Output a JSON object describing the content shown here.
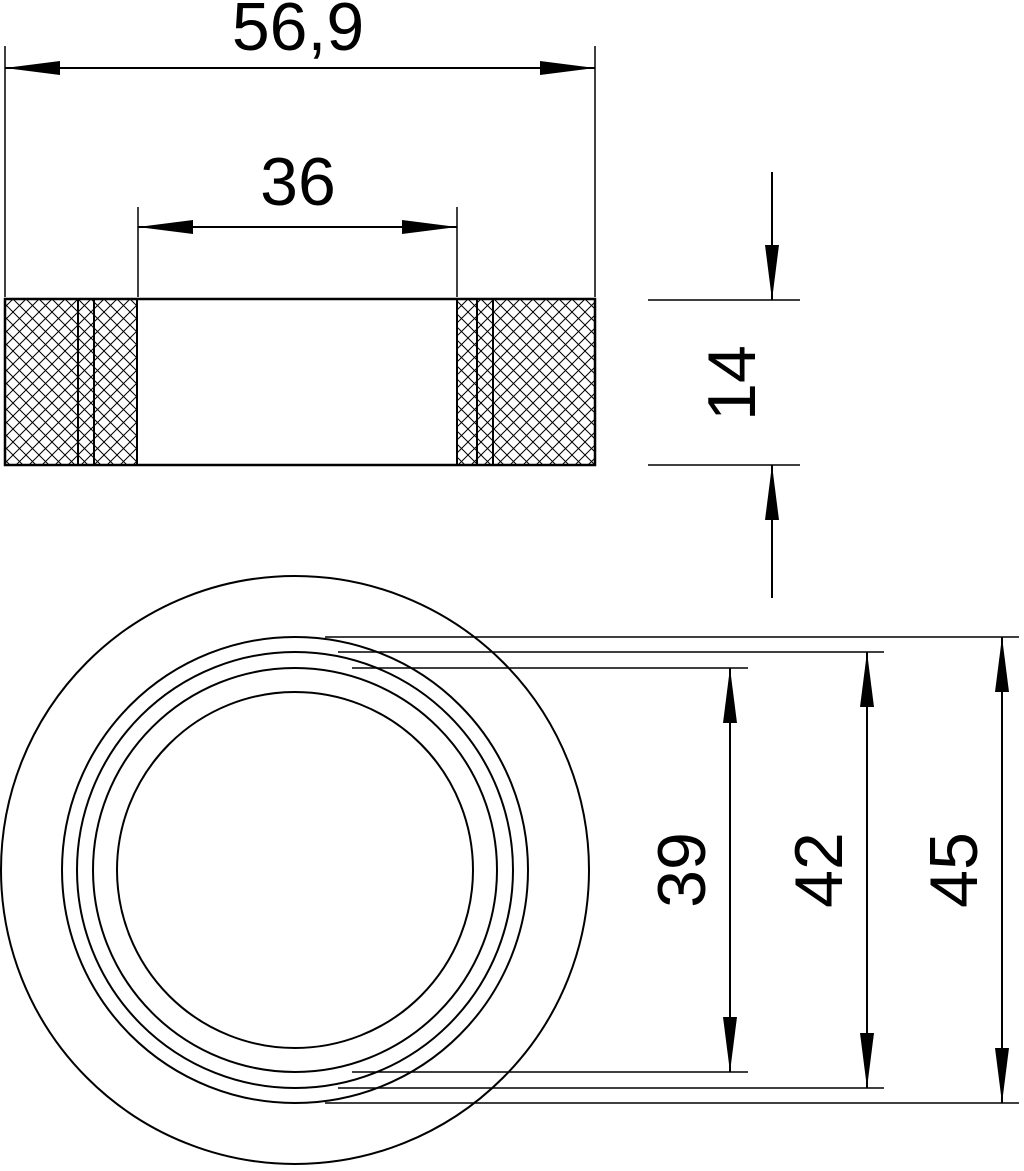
{
  "colors": {
    "line": "#000000",
    "background": "#ffffff"
  },
  "dimensions": {
    "overall_width": "56,9",
    "inner_width": "36",
    "height": "14",
    "diameter_small": "39",
    "diameter_mid": "42",
    "diameter_large": "45"
  }
}
